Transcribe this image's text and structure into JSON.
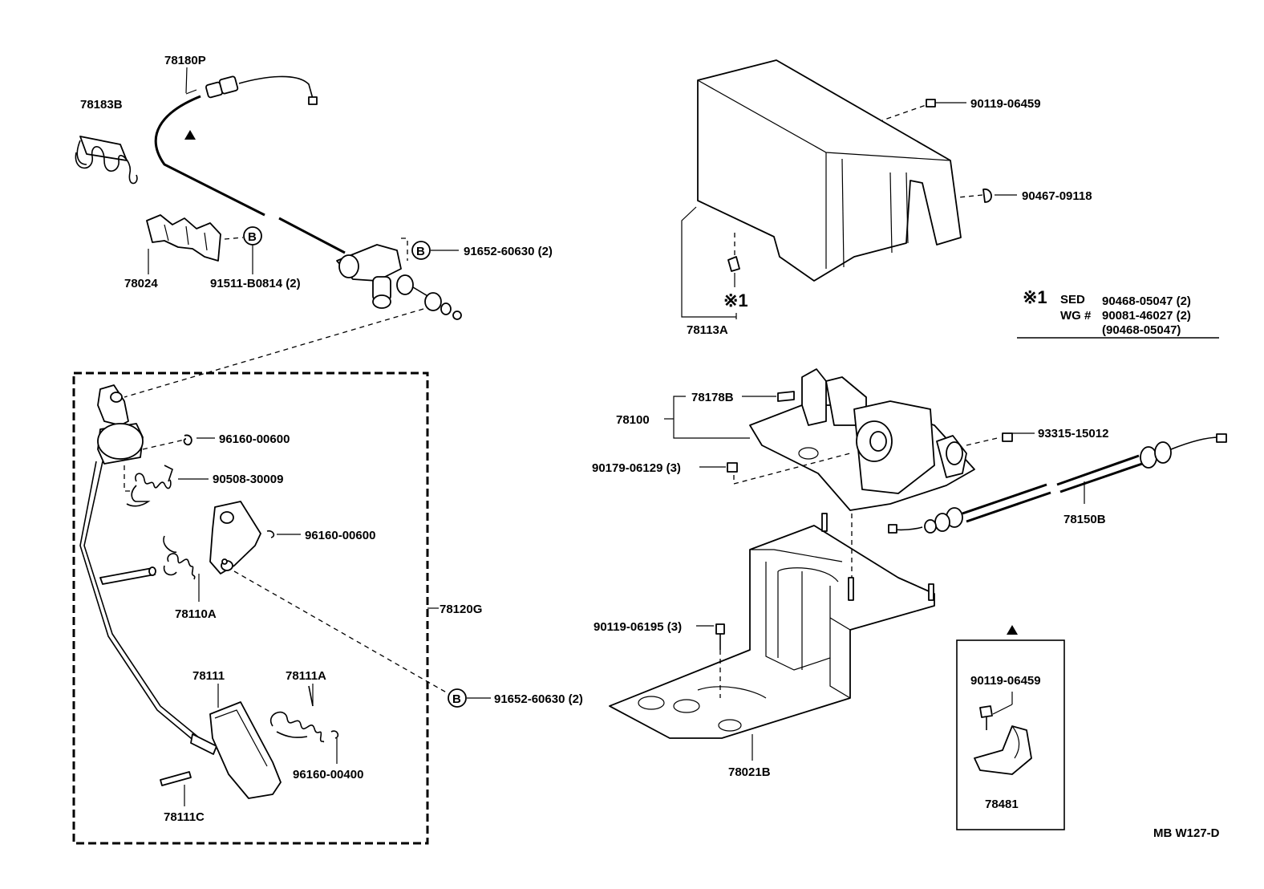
{
  "diagram_id": "MB W127-D",
  "labels": {
    "cable_upper": "78180P",
    "spring_clip": "78183B",
    "bracket": "78024",
    "bolt_b_left": "91511-B0814 (2)",
    "nut_b_top": "91652-60630 (2)",
    "clip_96160_a": "96160-00600",
    "spring_90508": "90508-30009",
    "clip_96160_b": "96160-00600",
    "spring_78110A": "78110A",
    "pedal_assy": "78120G",
    "pad": "78111",
    "spring_78111A": "78111A",
    "nut_b_bottom": "91652-60630 (2)",
    "clip_96160_c": "96160-00400",
    "pin": "78111C",
    "cover": "78113A",
    "cover_bolt": "90119-06459",
    "cover_clip": "90467-09118",
    "note1_mark": "※1",
    "note_line1_key": "SED",
    "note_line1_val": "90468-05047 (2)",
    "note_line2_key": "WG #",
    "note_line2_val": "90081-46027 (2)",
    "note_line3_val": "(90468-05047)",
    "actuator_assy": "78100",
    "actuator_pad": "78178B",
    "nut_90179": "90179-06129 (3)",
    "bolt_93315": "93315-15012",
    "cable_lower": "78150B",
    "bolt_90119_b": "90119-06195 (3)",
    "bracket_base": "78021B",
    "inset_bolt": "90119-06459",
    "inset_bracket": "78481",
    "circle_b": "B",
    "cover_ref_mark": "※1"
  },
  "markers": {
    "triangle_symbol": "▲"
  }
}
